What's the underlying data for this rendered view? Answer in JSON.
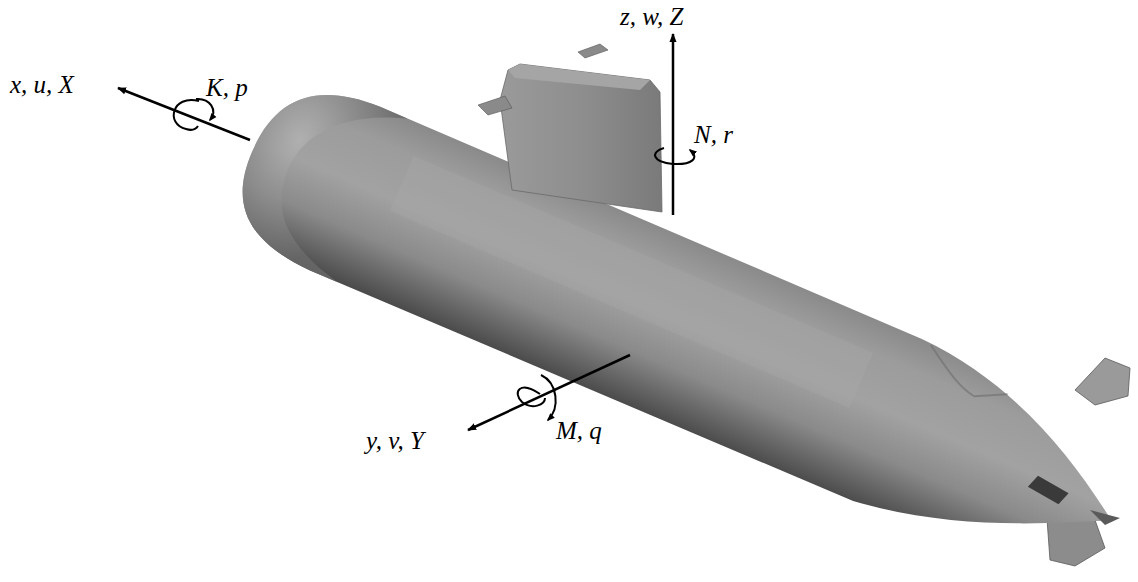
{
  "diagram": {
    "labels": [
      "x, u, X",
      "K, p",
      "z, w, Z",
      "N, r",
      "y, v, Y",
      "M, q"
    ]
  }
}
